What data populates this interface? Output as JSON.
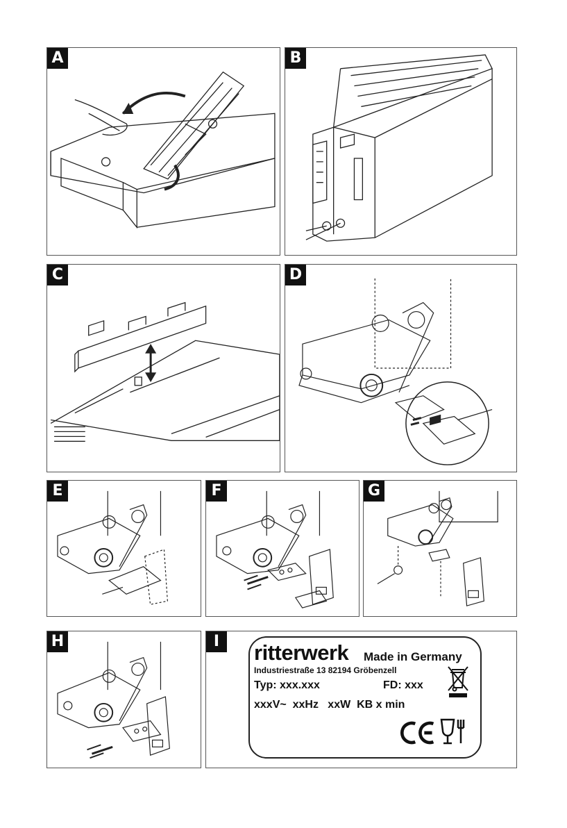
{
  "panels": {
    "a": {
      "letter": "A"
    },
    "b": {
      "letter": "B"
    },
    "c": {
      "letter": "C"
    },
    "d": {
      "letter": "D"
    },
    "e": {
      "letter": "E"
    },
    "f": {
      "letter": "F"
    },
    "g": {
      "letter": "G"
    },
    "h": {
      "letter": "H"
    },
    "i": {
      "letter": "I"
    }
  },
  "rating_label": {
    "brand": "ritterwerk",
    "made_in": "Made in Germany",
    "address": "Industriestraße 13   82194 Gröbenzell",
    "typ": "Typ: xxx.xxx",
    "fd": "FD: xxx",
    "ratings": "xxxV~  xxHz   xxW  KB x min"
  }
}
